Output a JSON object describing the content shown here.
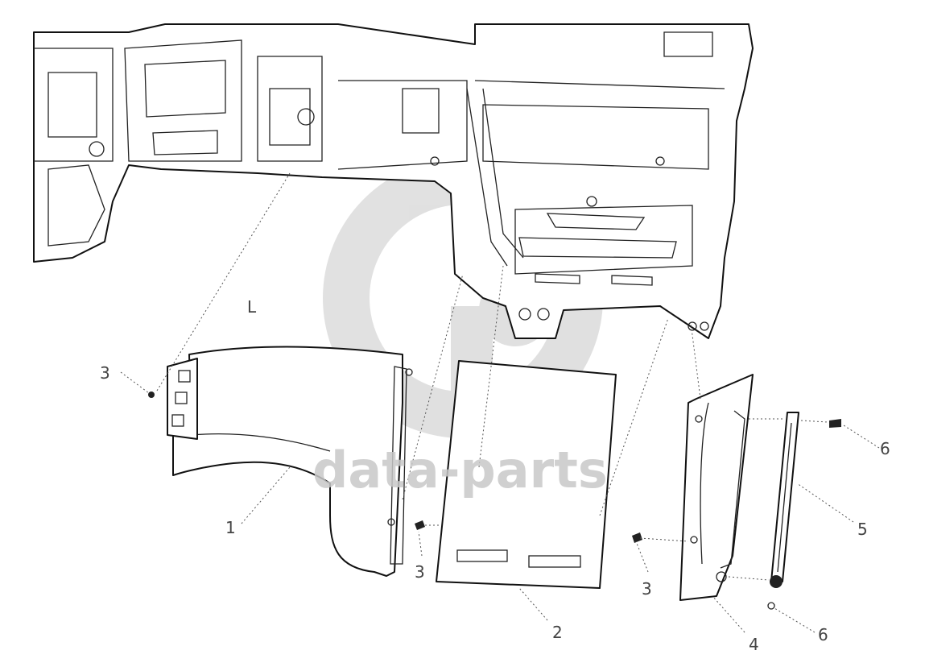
{
  "diagram": {
    "callouts": {
      "c1": "1",
      "c2": "2",
      "c3a": "3",
      "c3b": "3",
      "c3c": "3",
      "c4": "4",
      "c5": "5",
      "c6a": "6",
      "c6b": "6",
      "cL": "L"
    },
    "watermark": "data-parts",
    "colors": {
      "line": "#111111",
      "watermark": "#c8c8c8",
      "background": "#ffffff"
    }
  }
}
